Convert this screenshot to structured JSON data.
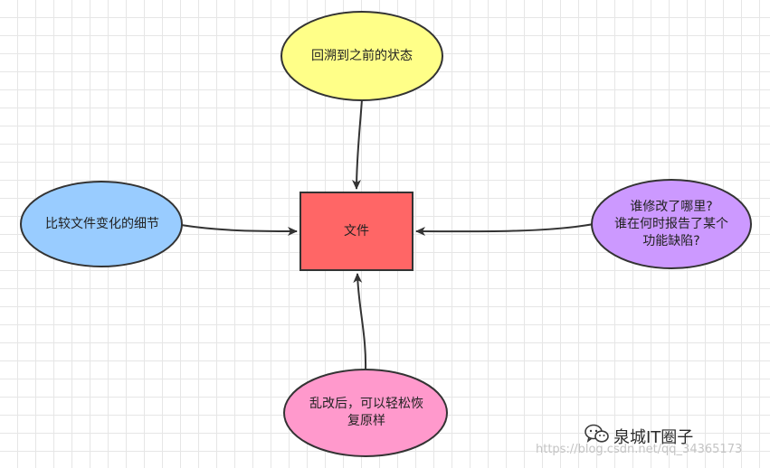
{
  "nodes": {
    "center": {
      "label": "文件",
      "fill": "#ff6666"
    },
    "top": {
      "label": "回溯到之前的状态",
      "fill": "#ffff88"
    },
    "left": {
      "label": "比较文件变化的细节",
      "fill": "#99ccff"
    },
    "right": {
      "label": "谁修改了哪里?\n谁在何时报告了某个\n功能缺陷?",
      "fill": "#cc99ff"
    },
    "bottom": {
      "label": "乱改后，可以轻松恢\n复原样",
      "fill": "#ff99cc"
    }
  },
  "watermark": {
    "brand": "泉城IT圈子",
    "url": "https://blog.csdn.net/qq_34365173"
  },
  "colors": {
    "stroke": "#333333",
    "grid": "#e6e6e6"
  }
}
